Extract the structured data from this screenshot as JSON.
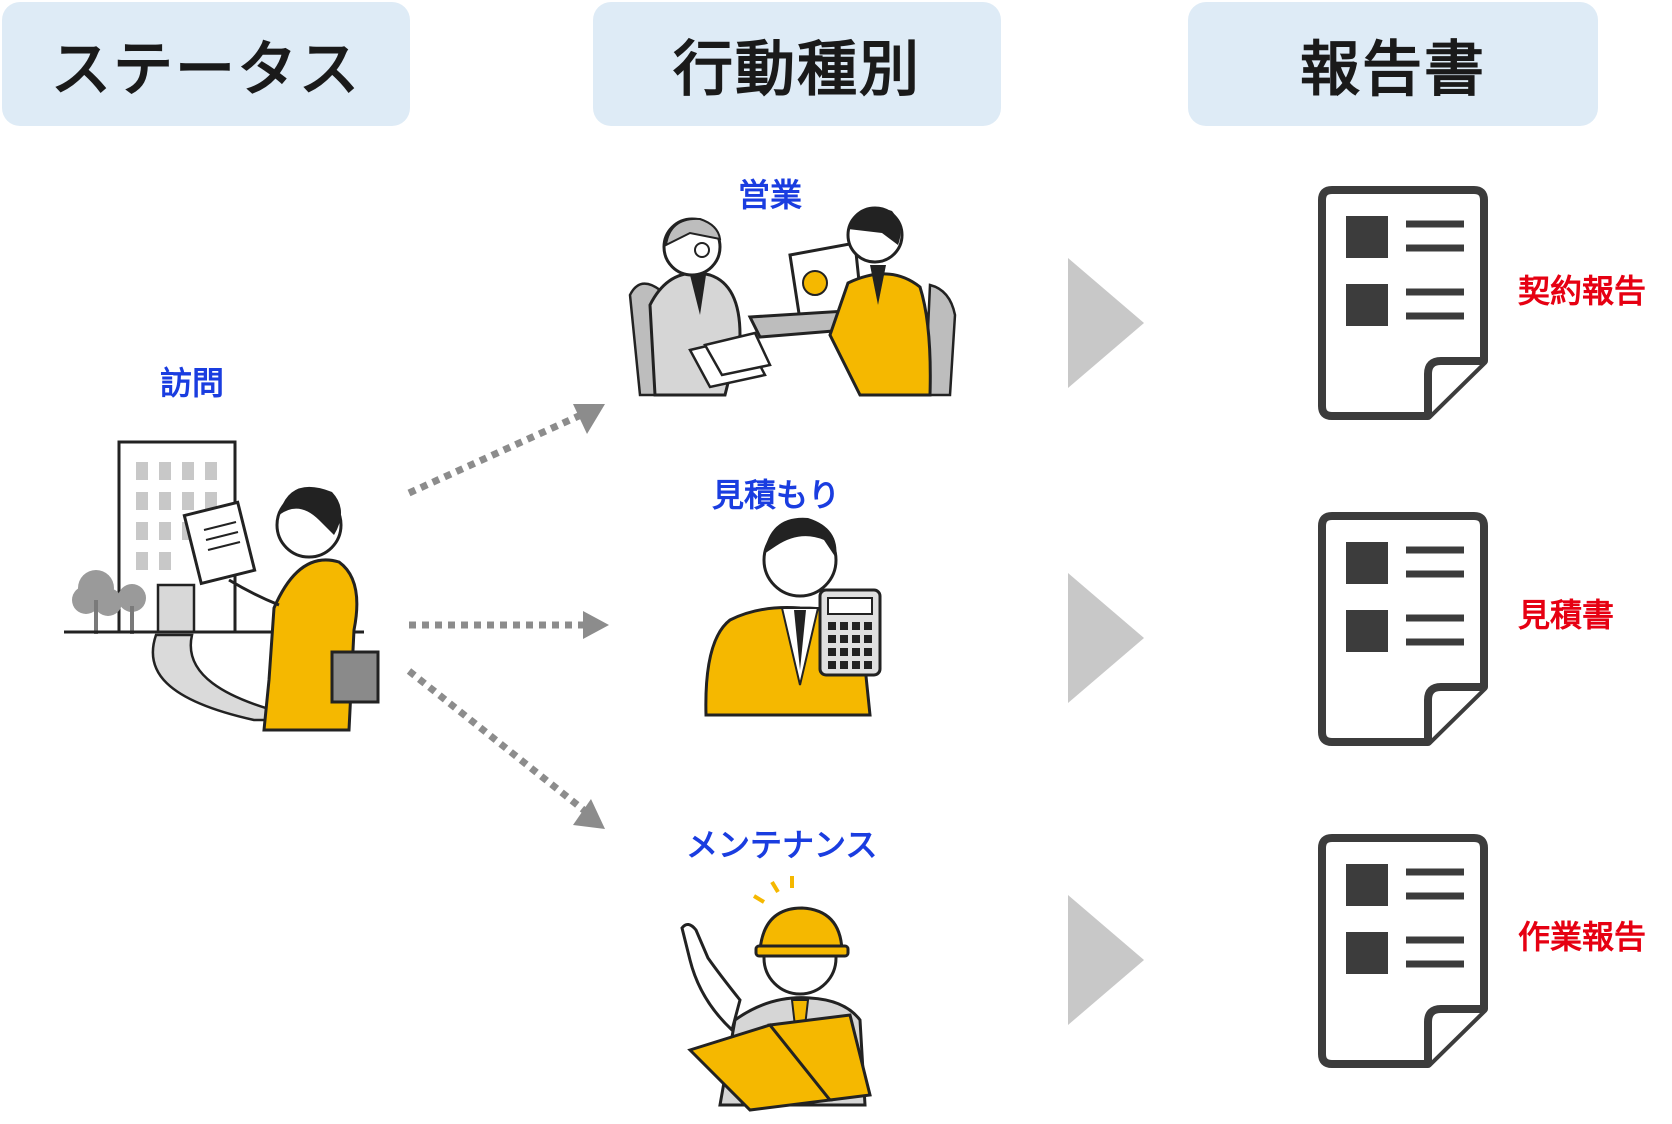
{
  "colors": {
    "header_bg": "#deebf6",
    "blue_label": "#1a3de0",
    "red_label": "#e60012",
    "suit": "#f5b800",
    "arrow_gray": "#c8c8c8",
    "dotted_gray": "#8c8c8c",
    "doc_dark": "#3c3c3c"
  },
  "headers": {
    "status": "ステータス",
    "action_type": "行動種別",
    "report": "報告書"
  },
  "status": {
    "visit_label": "訪問"
  },
  "actions": [
    {
      "label": "営業",
      "icon": "sales-meeting-illustration"
    },
    {
      "label": "見積もり",
      "icon": "calculator-illustration"
    },
    {
      "label": "メンテナンス",
      "icon": "maintenance-worker-illustration"
    }
  ],
  "reports": [
    {
      "label": "契約報告",
      "icon": "document-icon"
    },
    {
      "label": "見積書",
      "icon": "document-icon"
    },
    {
      "label": "作業報告",
      "icon": "document-icon"
    }
  ]
}
